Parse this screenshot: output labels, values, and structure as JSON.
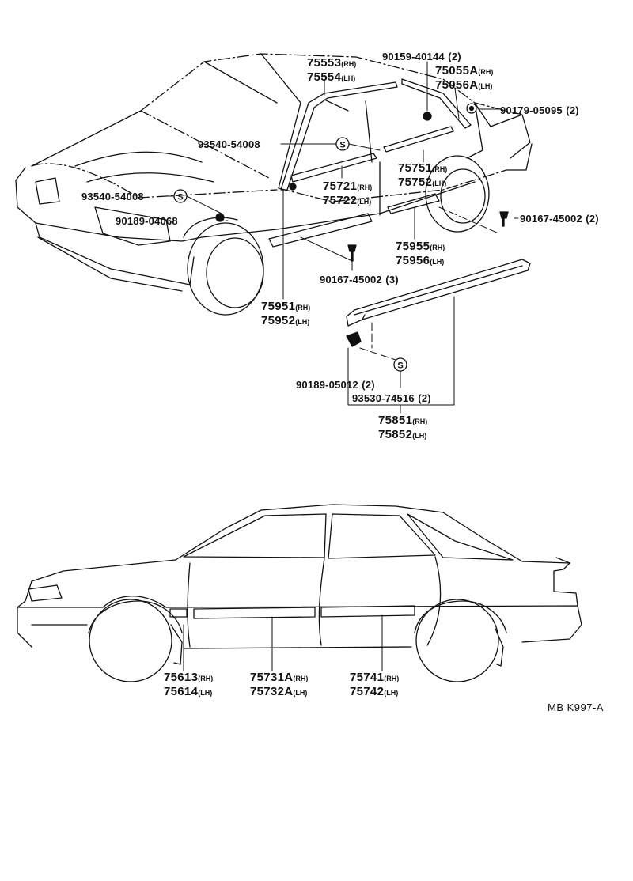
{
  "diagram_code": "MB K997-A",
  "top_view": {
    "callouts": [
      {
        "id": "c1",
        "lines": [
          {
            "part": "75553",
            "side": "(RH)"
          },
          {
            "part": "75554",
            "side": "(LH)"
          }
        ]
      },
      {
        "id": "c2",
        "lines": [
          {
            "part": "90159-40144",
            "side": "(2)"
          }
        ]
      },
      {
        "id": "c3",
        "lines": [
          {
            "part": "75055A",
            "side": "(RH)"
          },
          {
            "part": "75056A",
            "side": "(LH)"
          }
        ]
      },
      {
        "id": "c4",
        "lines": [
          {
            "part": "90179-05095",
            "side": "(2)"
          }
        ]
      },
      {
        "id": "c5",
        "lines": [
          {
            "part": "93540-54008",
            "side": ""
          }
        ]
      },
      {
        "id": "c6",
        "lines": [
          {
            "part": "75751",
            "side": "(RH)"
          },
          {
            "part": "75752",
            "side": "(LH)"
          }
        ]
      },
      {
        "id": "c7",
        "lines": [
          {
            "part": "75721",
            "side": "(RH)"
          },
          {
            "part": "75722",
            "side": "(LH)"
          }
        ]
      },
      {
        "id": "c8",
        "lines": [
          {
            "part": "93540-54008",
            "side": ""
          }
        ]
      },
      {
        "id": "c9",
        "lines": [
          {
            "part": "90189-04068",
            "side": ""
          }
        ]
      },
      {
        "id": "c10",
        "lines": [
          {
            "part": "90167-45002",
            "side": "(2)"
          }
        ]
      },
      {
        "id": "c11",
        "lines": [
          {
            "part": "75955",
            "side": "(RH)"
          },
          {
            "part": "75956",
            "side": "(LH)"
          }
        ]
      },
      {
        "id": "c12",
        "lines": [
          {
            "part": "90167-45002",
            "side": "(3)"
          }
        ]
      },
      {
        "id": "c13",
        "lines": [
          {
            "part": "75951",
            "side": "(RH)"
          },
          {
            "part": "75952",
            "side": "(LH)"
          }
        ]
      },
      {
        "id": "c14",
        "lines": [
          {
            "part": "90189-05012",
            "side": "(2)"
          }
        ]
      },
      {
        "id": "c15",
        "lines": [
          {
            "part": "93530-74516",
            "side": "(2)"
          }
        ]
      },
      {
        "id": "c16",
        "lines": [
          {
            "part": "75851",
            "side": "(RH)"
          },
          {
            "part": "75852",
            "side": "(LH)"
          }
        ]
      }
    ],
    "screw_symbol": "S"
  },
  "side_view": {
    "callouts": [
      {
        "id": "s1",
        "lines": [
          {
            "part": "75613",
            "side": "(RH)"
          },
          {
            "part": "75614",
            "side": "(LH)"
          }
        ]
      },
      {
        "id": "s2",
        "lines": [
          {
            "part": "75731A",
            "side": "(RH)"
          },
          {
            "part": "75732A",
            "side": "(LH)"
          }
        ]
      },
      {
        "id": "s3",
        "lines": [
          {
            "part": "75741",
            "side": "(RH)"
          },
          {
            "part": "75742",
            "side": "(LH)"
          }
        ]
      }
    ]
  }
}
